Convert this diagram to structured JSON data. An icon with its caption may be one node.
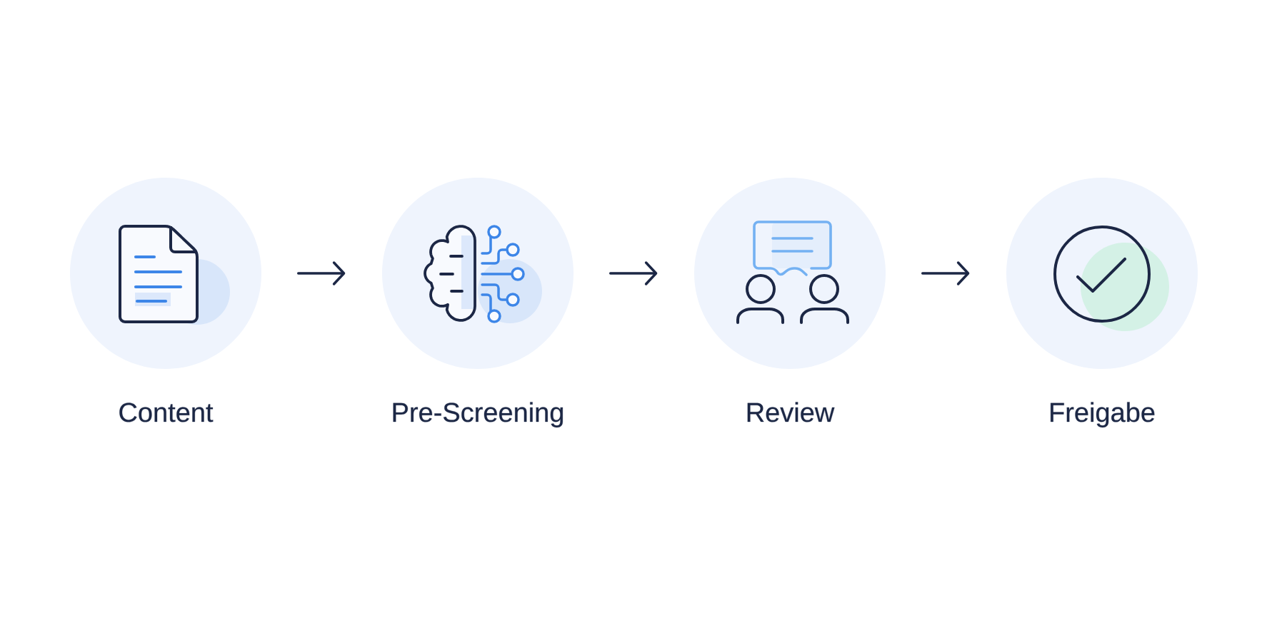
{
  "diagram": {
    "nodes": [
      {
        "text": [
          "Content"
        ]
      },
      {
        "text": [
          "Pre-Screening"
        ]
      },
      {
        "text": [
          "Review"
        ]
      },
      {
        "text": [
          "Freigabe"
        ]
      }
    ],
    "edges": [
      {
        "from": 0,
        "to": 1,
        "arrow": "to"
      },
      {
        "from": 1,
        "to": 2,
        "arrow": "to"
      },
      {
        "from": 2,
        "to": 3,
        "arrow": "to"
      }
    ]
  }
}
